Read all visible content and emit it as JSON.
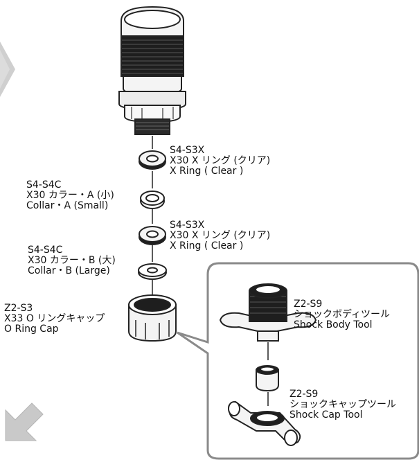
{
  "parts": {
    "xring_top": {
      "code": "S4-S3X",
      "jp": "X30 X リング (クリア)",
      "en": "X Ring ( Clear )"
    },
    "collar_a": {
      "code": "S4-S4C",
      "jp": "X30 カラー・A (小)",
      "en": "Collar・A (Small)"
    },
    "xring_bottom": {
      "code": "S4-S3X",
      "jp": "X30 X リング (クリア)",
      "en": "X Ring ( Clear )"
    },
    "collar_b": {
      "code": "S4-S4C",
      "jp": "X30 カラー・B (大)",
      "en": "Collar・B (Large)"
    },
    "oring_cap": {
      "code": "Z2-S3",
      "jp": "X33 O リングキャップ",
      "en": "O Ring Cap"
    }
  },
  "tools": {
    "body_tool": {
      "code": "Z2-S9",
      "jp": "ショックボディツール",
      "en": "Shock Body Tool"
    },
    "cap_tool": {
      "code": "Z2-S9",
      "jp": "ショックキャップツール",
      "en": "Shock Cap Tool"
    }
  },
  "icons": [
    "chevron-right-icon",
    "arrow-down-left-icon"
  ],
  "colors": {
    "line": "#222222",
    "fill_light": "#f4f4f4",
    "fill_dark": "#1e1e1e",
    "arrow_gray": "#c6c6c6",
    "frame": "#888888"
  }
}
